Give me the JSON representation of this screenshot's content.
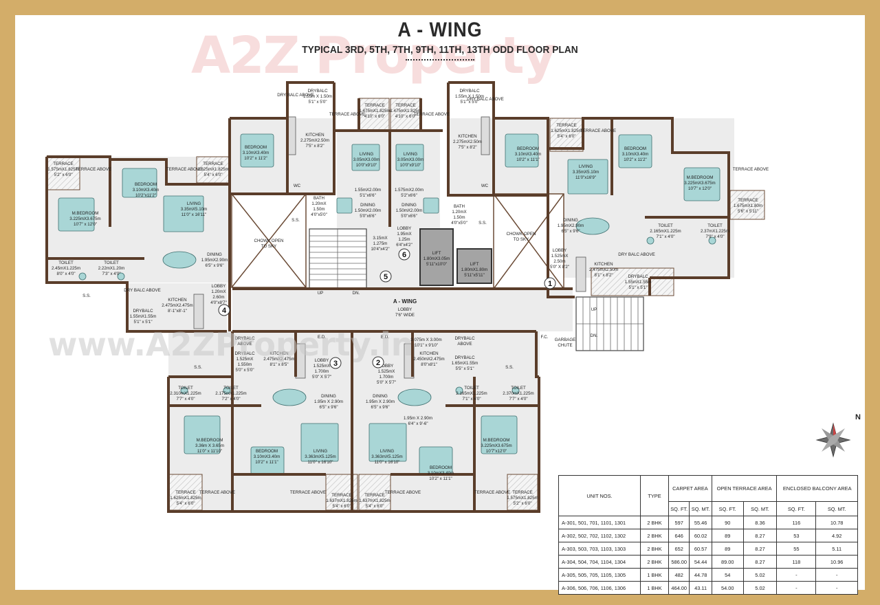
{
  "title": "A - WING",
  "subtitle": "TYPICAL 3RD, 5TH, 7TH, 9TH, 11TH, 13TH ODD FLOOR PLAN",
  "watermark": {
    "logo_text": "A2Z Property",
    "url_text": "www.A2ZProperty.in"
  },
  "colors": {
    "frame": "#d3ad69",
    "wall": "#5a3d2a",
    "room": "#ececec",
    "bed": "#a9d6d6",
    "lift": "#a4a4a4"
  },
  "compass": {
    "label": "N"
  },
  "rooms": {
    "dry_balc": "DRY BALC ABOVE",
    "drybalc_155": [
      "DRYBALC",
      "1.55m X 1.50m",
      "5'1\" x 5'0\""
    ],
    "terrace_1": [
      "TERRACE",
      "1.475mX1.825m",
      "4'10\" x 6'0\""
    ],
    "terrace_2": [
      "TERRACE",
      "1.475mX1.825m",
      "4'10\" x 6'0\""
    ],
    "terrace_above": "TERRACE ABOVE",
    "kitchen_tl": [
      "KITCHEN",
      "2.275mX2.50m",
      "7'5\" x 8'2\""
    ],
    "kitchen_tr": [
      "KITCHEN",
      "2.275mX2.50m",
      "7'5\" x 8'2\""
    ],
    "bedroom_tl": [
      "BEDROOM",
      "3.10mX3.40m",
      "10'2\" x 11'2\""
    ],
    "bedroom_tr": [
      "BEDROOM",
      "3.10mX3.40m",
      "10'2\" x 11'1\""
    ],
    "living_c1": [
      "LIVING",
      "3.05mX3.00m",
      "10'0\"x9'10\""
    ],
    "living_c2": [
      "LIVING",
      "3.05mX3.00m",
      "10'0\"x9'10\""
    ],
    "dining_c1": [
      "1.55mX2.00m",
      "5'1\"x6'6\"",
      "DINING",
      "1.50mX2.00m",
      "5'0\"x6'6\""
    ],
    "dining_c2": [
      "1.575mX2.00m",
      "5'2\"x6'6\"",
      "DINING",
      "1.50mX2.00m",
      "5'0\"x6'6\""
    ],
    "bath": [
      "BATH",
      "1.20mX",
      "1.50m",
      "4'0\"x5'0\""
    ],
    "wc": "WC",
    "ss": "S.S.",
    "chowk": [
      "CHOWK OPEN",
      "TO SKY"
    ],
    "lobby_c": [
      "LOBBY",
      "1.95mX",
      "1.25m",
      "6'4\"x4'2\""
    ],
    "lobby_315": [
      "3.15mX",
      "1.275m",
      "10'4\"x4'2\""
    ],
    "lift1": [
      "LIFT",
      "1.80mX3.05m",
      "5'11\"x10'0\""
    ],
    "lift2": [
      "LIFT",
      "1.80mX1.80m",
      "5'11\"x5'11\""
    ],
    "terrace_w1": [
      "TERRACE",
      "1.575mX1.825m",
      "5'2\" x 6'0\""
    ],
    "terrace_w2": [
      "TERRACE",
      "1.625mX1.825m",
      "5'4\" x 6'0\""
    ],
    "bedroom_w": [
      "BEDROOM",
      "3.10mX3.40m",
      "10'2\"x11'2\""
    ],
    "mbedroom_w": [
      "M.BEDROOM",
      "3.225mX3.675m",
      "10'7\" x 12'0\""
    ],
    "living_w": [
      "LIVING",
      "3.35mX5.10m",
      "11'0\" x 16'11\""
    ],
    "dining_w": [
      "DINING",
      "1.95mX2.90m",
      "6'5\" x 9'6\""
    ],
    "toilet_w1": [
      "TOILET",
      "2.45mX1.225m",
      "8'0\" x 4'0\""
    ],
    "toilet_w2": [
      "TOILET",
      "2.22mX1.20m",
      "7'3\" x 4'0\""
    ],
    "lobby_w": [
      "LOBBY",
      "1.20mX",
      "2.60m",
      "4'0\"x8'7\""
    ],
    "kitchen_w": [
      "KITCHEN",
      "2.475mX2.475m",
      "8'-1\"x8'-1\""
    ],
    "drybalc_w": [
      "DRYBALC",
      "1.55mX1.55m",
      "5'1\" x 5'1\""
    ],
    "terrace_e1": [
      "TERRACE",
      "1.625mX1.825m",
      "5'4\" x 6'0\""
    ],
    "living_e": [
      "LIVING",
      "3.35mX5.10m",
      "11'0\"x16'9\""
    ],
    "bedroom_e": [
      "BEDROOM",
      "3.10mX3.40m",
      "10'2\" x 11'2\""
    ],
    "mbedroom_e": [
      "M.BEDROOM",
      "3.225mX3.675m",
      "10'7\" x 12'0\""
    ],
    "terrace_e2": [
      "TERRACE",
      "1.675mX1.80m",
      "5'6\" x 5'11\""
    ],
    "dining_e": [
      "DINING",
      "1.95mX2.90m",
      "6'5\" x 9'6\""
    ],
    "toilet_e1": [
      "TOILET",
      "2.165mX1.225m",
      "7'1\" x 4'0\""
    ],
    "toilet_e2": [
      "TOILET",
      "2.37mX1.225m",
      "7'9\" x 4'0\""
    ],
    "lobby_e": [
      "LOBBY",
      "1.525mX",
      "2.50m",
      "5'0\" X 8'2\""
    ],
    "kitchen_e": [
      "KITCHEN",
      "2.475mX2.50m",
      "8'1\" x 8'2\""
    ],
    "drybalc_e": [
      "DRYBALC",
      "1.55mX1.55m",
      "5'1\" x 5'1\""
    ],
    "awing_lobby": [
      "A - WING",
      "LOBBY",
      "7'6\" WIDE"
    ],
    "up": "UP",
    "dn": "DN.",
    "garbage": [
      "GARBAGE",
      "CHUTE"
    ],
    "ed": "E.D.",
    "fc": "F.C.",
    "drybalc_above": [
      "DRYBALC",
      "ABOVE"
    ],
    "drybalc_sl": [
      "DRYBALC",
      "1.525mX",
      "1.550m",
      "5'0\" x 5'0\""
    ],
    "kitchen_sl": [
      "KITCHEN",
      "2.475mX2.475m",
      "8'1\" x 8'5\""
    ],
    "lobby_sl": [
      "LOBBY",
      "1.525mX",
      "1.700m",
      "5'0\" X 5'7\""
    ],
    "lobby_sr": [
      "LOBBY",
      "1.525mX",
      "1.700m",
      "5'0\" X 5'7\""
    ],
    "kitchen_sr": [
      "KITCHEN",
      "2.450mX2.475m",
      "8'0\"x8'1\""
    ],
    "room_sr": [
      "3.075m X 3.00m",
      "10'1\" x 9'10\""
    ],
    "drybalc_sr": [
      "DRYBALC",
      "1.65mX1.55m",
      "5'5\" x 5'1\""
    ],
    "toilet_s1": [
      "TOILET",
      "2.310mX1.225m",
      "7'7\" x 4'0\""
    ],
    "toilet_s2": [
      "TOILET",
      "2.175mX1.225m",
      "7'2\" x 4'0\""
    ],
    "toilet_s3": [
      "TOILET",
      "2.165mX1.225m",
      "7'1\" x 4'0\""
    ],
    "toilet_s4": [
      "TOILET",
      "2.370mX1.225m",
      "7'7\" x 4'0\""
    ],
    "dining_s1": [
      "DINING",
      "1.95m X 2.90m",
      "6'5\" x 9'6\""
    ],
    "dining_s2": [
      "DINING",
      "1.95m X 2.90m",
      "6'5\" x 9'6\""
    ],
    "dining_s3": [
      "1.95m X 2.90m",
      "6'4\" x 9'-6\""
    ],
    "mbedroom_s1": [
      "M.BEDROOM",
      "3.36m X 3.65m",
      "11'0\" x 11'10\""
    ],
    "mbedroom_s2": [
      "M.BEDROOM",
      "3.225mX3.675m",
      "10'7\"x12'0\""
    ],
    "bedroom_s1": [
      "BEDROOM",
      "3.10mX3.40m",
      "10'2\" x 11'1\""
    ],
    "bedroom_s2": [
      "BEDROOM",
      "3.10mX3.40m",
      "10'2\" x 11'1\""
    ],
    "living_s1": [
      "LIVING",
      "3.363mX5.125m",
      "11'0\" x 16'10\""
    ],
    "living_s2": [
      "LIVING",
      "3.363mX5.125m",
      "11'0\" x 16'10\""
    ],
    "terrace_s1": [
      "TERRACE",
      "1.625mX1.825m",
      "5'4\" x 6'0\""
    ],
    "terrace_s2": [
      "TERRACE",
      "1.637mX1.825m",
      "5'4\" x 6'0\""
    ],
    "terrace_s3": [
      "TERRACE",
      "1.637mX1.825m",
      "5'4\" x 6'0\""
    ],
    "terrace_s4": [
      "TERRACE",
      "1.575mX1.825m",
      "5'2\" x 6'0\""
    ],
    "unit_numbers": [
      "1",
      "2",
      "3",
      "4",
      "5",
      "6"
    ]
  },
  "area_table": {
    "headers": {
      "unit": "UNIT NOS.",
      "type": "TYPE",
      "carpet": "CARPET AREA",
      "terrace": "OPEN TERRACE AREA",
      "balcony": "ENCLOSED BALCONY AREA",
      "sqft": "SQ. FT.",
      "sqmt": "SQ. MT."
    },
    "rows": [
      {
        "unit": "A-301, 501, 701, 1101, 1301",
        "type": "2 BHK",
        "c_ft": "597",
        "c_mt": "55.46",
        "t_ft": "90",
        "t_mt": "8.36",
        "b_ft": "116",
        "b_mt": "10.78"
      },
      {
        "unit": "A-302, 502, 702, 1102, 1302",
        "type": "2 BHK",
        "c_ft": "646",
        "c_mt": "60.02",
        "t_ft": "89",
        "t_mt": "8.27",
        "b_ft": "53",
        "b_mt": "4.92"
      },
      {
        "unit": "A-303, 503, 703, 1103, 1303",
        "type": "2 BHK",
        "c_ft": "652",
        "c_mt": "60.57",
        "t_ft": "89",
        "t_mt": "8.27",
        "b_ft": "55",
        "b_mt": "5.11"
      },
      {
        "unit": "A-304, 504, 704, 1104, 1304",
        "type": "2 BHK",
        "c_ft": "586.00",
        "c_mt": "54.44",
        "t_ft": "89.00",
        "t_mt": "8.27",
        "b_ft": "118",
        "b_mt": "10.96"
      },
      {
        "unit": "A-305, 505, 705, 1105, 1305",
        "type": "1 BHK",
        "c_ft": "482",
        "c_mt": "44.78",
        "t_ft": "54",
        "t_mt": "5.02",
        "b_ft": "-",
        "b_mt": "-"
      },
      {
        "unit": "A-306, 506, 706, 1106, 1306",
        "type": "1 BHK",
        "c_ft": "464.00",
        "c_mt": "43.11",
        "t_ft": "54.00",
        "t_mt": "5.02",
        "b_ft": "-",
        "b_mt": "-"
      }
    ]
  }
}
